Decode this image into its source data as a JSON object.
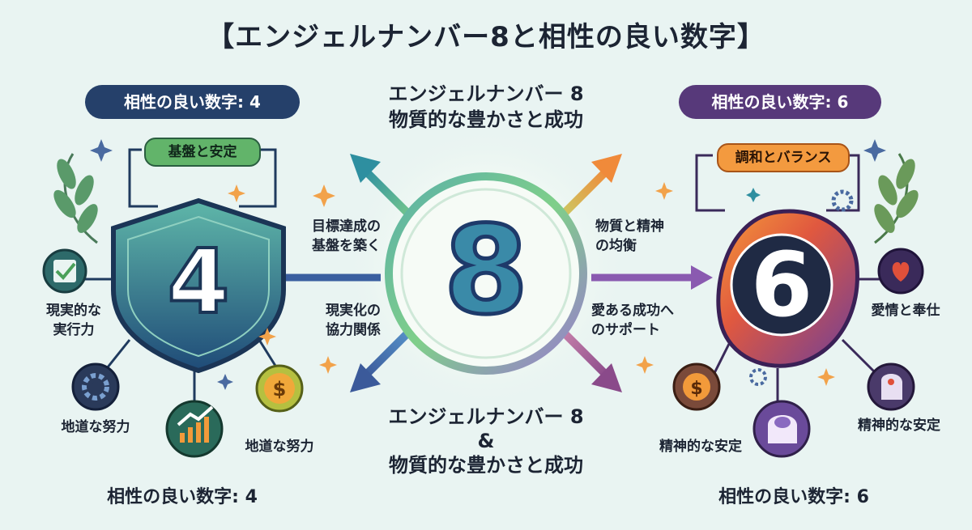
{
  "title": "【エンジェルナンバー8と相性の良い数字】",
  "left": {
    "pill": "相性の良い数字: 4",
    "tag": "基盤と安定",
    "number": "4",
    "label_practical": [
      "現実的な",
      "実行力"
    ],
    "label_effort_1": "地道な努力",
    "label_effort_2": "地道な努力",
    "bottom": "相性の良い数字: 4"
  },
  "right": {
    "pill": "相性の良い数字: 6",
    "tag": "調和とバランス",
    "number": "6",
    "label_love": "愛情と奉仕",
    "label_mind_1": "精神的な安定",
    "label_mind_2": "精神的な安定",
    "bottom": "相性の良い数字: 6"
  },
  "center": {
    "top_line1": "エンジェルナンバー 8",
    "top_line2": "物質的な豊かさと成功",
    "number": "8",
    "left_upper": [
      "目標達成の",
      "基盤を築く"
    ],
    "left_lower": [
      "現実化の",
      "協力関係"
    ],
    "right_upper": [
      "物質と精神",
      "の均衡"
    ],
    "right_lower": [
      "愛ある成功へ",
      "のサポート"
    ],
    "bottom_line1": "エンジェルナンバー 8",
    "bottom_line2": "&",
    "bottom_line3": "物質的な豊かさと成功"
  },
  "colors": {
    "navy": "#25406a",
    "purple": "#57397a",
    "green": "#62b46a",
    "orange": "#f39a3f",
    "teal": "#2e8fa0"
  }
}
